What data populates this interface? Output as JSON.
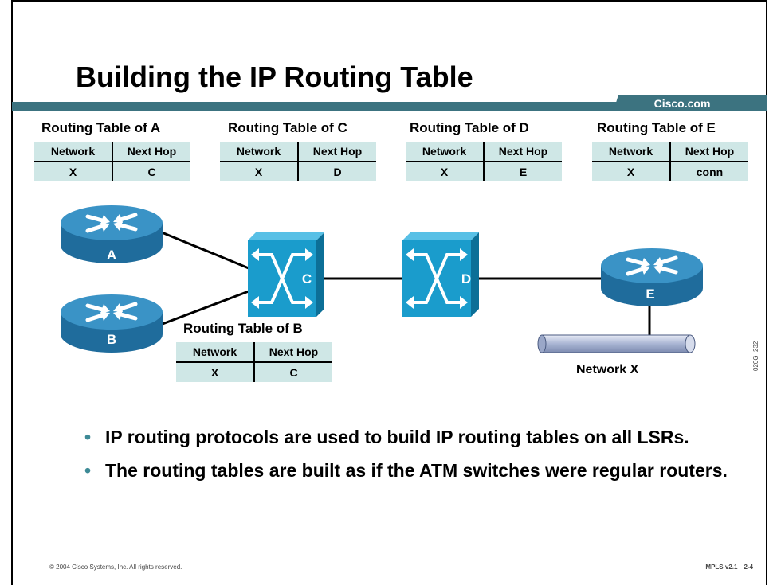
{
  "slide": {
    "title": "Building the IP Routing Table",
    "brand": "Cisco.com",
    "footer_left": "© 2004 Cisco Systems, Inc. All rights reserved.",
    "footer_right": "MPLS v2.1—2-4",
    "slide_id": "020G_232"
  },
  "colors": {
    "band": "#3c7380",
    "table_bg": "#cfe7e6",
    "router": "#2f86b8",
    "switch": "#1a9ccc",
    "bullet": "#3d8a96"
  },
  "tables": {
    "a": {
      "title": "Routing Table of A",
      "h1": "Network",
      "h2": "Next Hop",
      "net": "X",
      "hop": "C"
    },
    "c": {
      "title": "Routing Table of C",
      "h1": "Network",
      "h2": "Next Hop",
      "net": "X",
      "hop": "D"
    },
    "d": {
      "title": "Routing Table of D",
      "h1": "Network",
      "h2": "Next Hop",
      "net": "X",
      "hop": "E"
    },
    "e": {
      "title": "Routing Table of E",
      "h1": "Network",
      "h2": "Next Hop",
      "net": "X",
      "hop": "conn"
    },
    "b": {
      "title": "Routing Table of B",
      "h1": "Network",
      "h2": "Next Hop",
      "net": "X",
      "hop": "C"
    }
  },
  "nodes": {
    "a": "A",
    "b": "B",
    "c": "C",
    "d": "D",
    "e": "E",
    "network": "Network X"
  },
  "bullets": [
    "IP routing protocols are used to build IP routing tables on all LSRs.",
    "The routing tables are built as if the ATM switches were regular routers."
  ]
}
